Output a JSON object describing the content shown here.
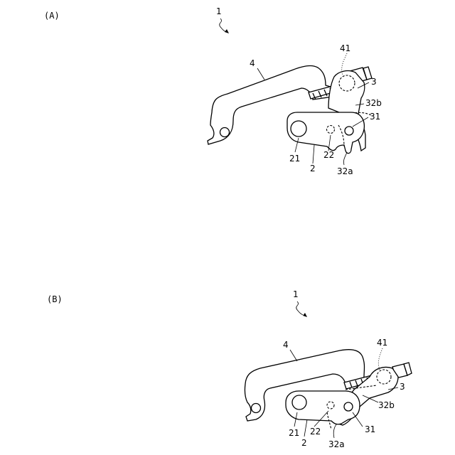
{
  "panels": [
    {
      "id": "A",
      "caption": "(A)",
      "labels": {
        "assembly": "1",
        "part_4": "4",
        "part_41": "41",
        "part_3": "3",
        "part_32b": "32b",
        "part_31": "31",
        "part_21": "21",
        "part_22": "22",
        "part_2": "2",
        "part_32a": "32a"
      }
    },
    {
      "id": "B",
      "caption": "(B)",
      "labels": {
        "assembly": "1",
        "part_4": "4",
        "part_41": "41",
        "part_3": "3",
        "part_32b": "32b",
        "part_31": "31",
        "part_21": "21",
        "part_22": "22",
        "part_2": "2",
        "part_32a": "32a"
      }
    }
  ]
}
